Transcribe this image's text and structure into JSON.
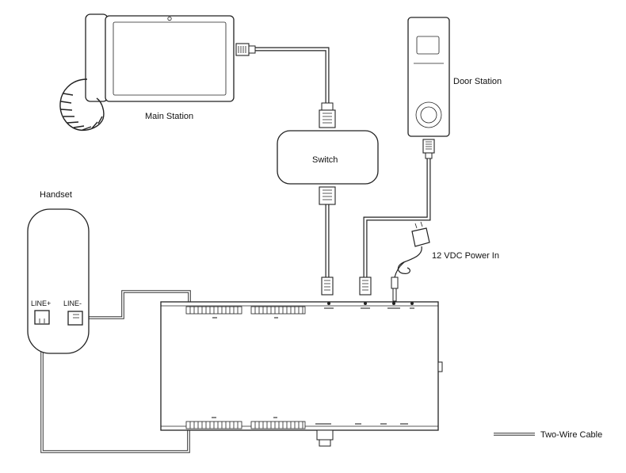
{
  "devices": {
    "main_station": "Main Station",
    "door_station": "Door Station",
    "switch": "Switch",
    "handset": "Handset",
    "power": "12 VDC Power In"
  },
  "handset_ports": {
    "line_plus": "LINE+",
    "line_minus": "LINE-"
  },
  "legend": {
    "two_wire": "Two-Wire Cable"
  }
}
